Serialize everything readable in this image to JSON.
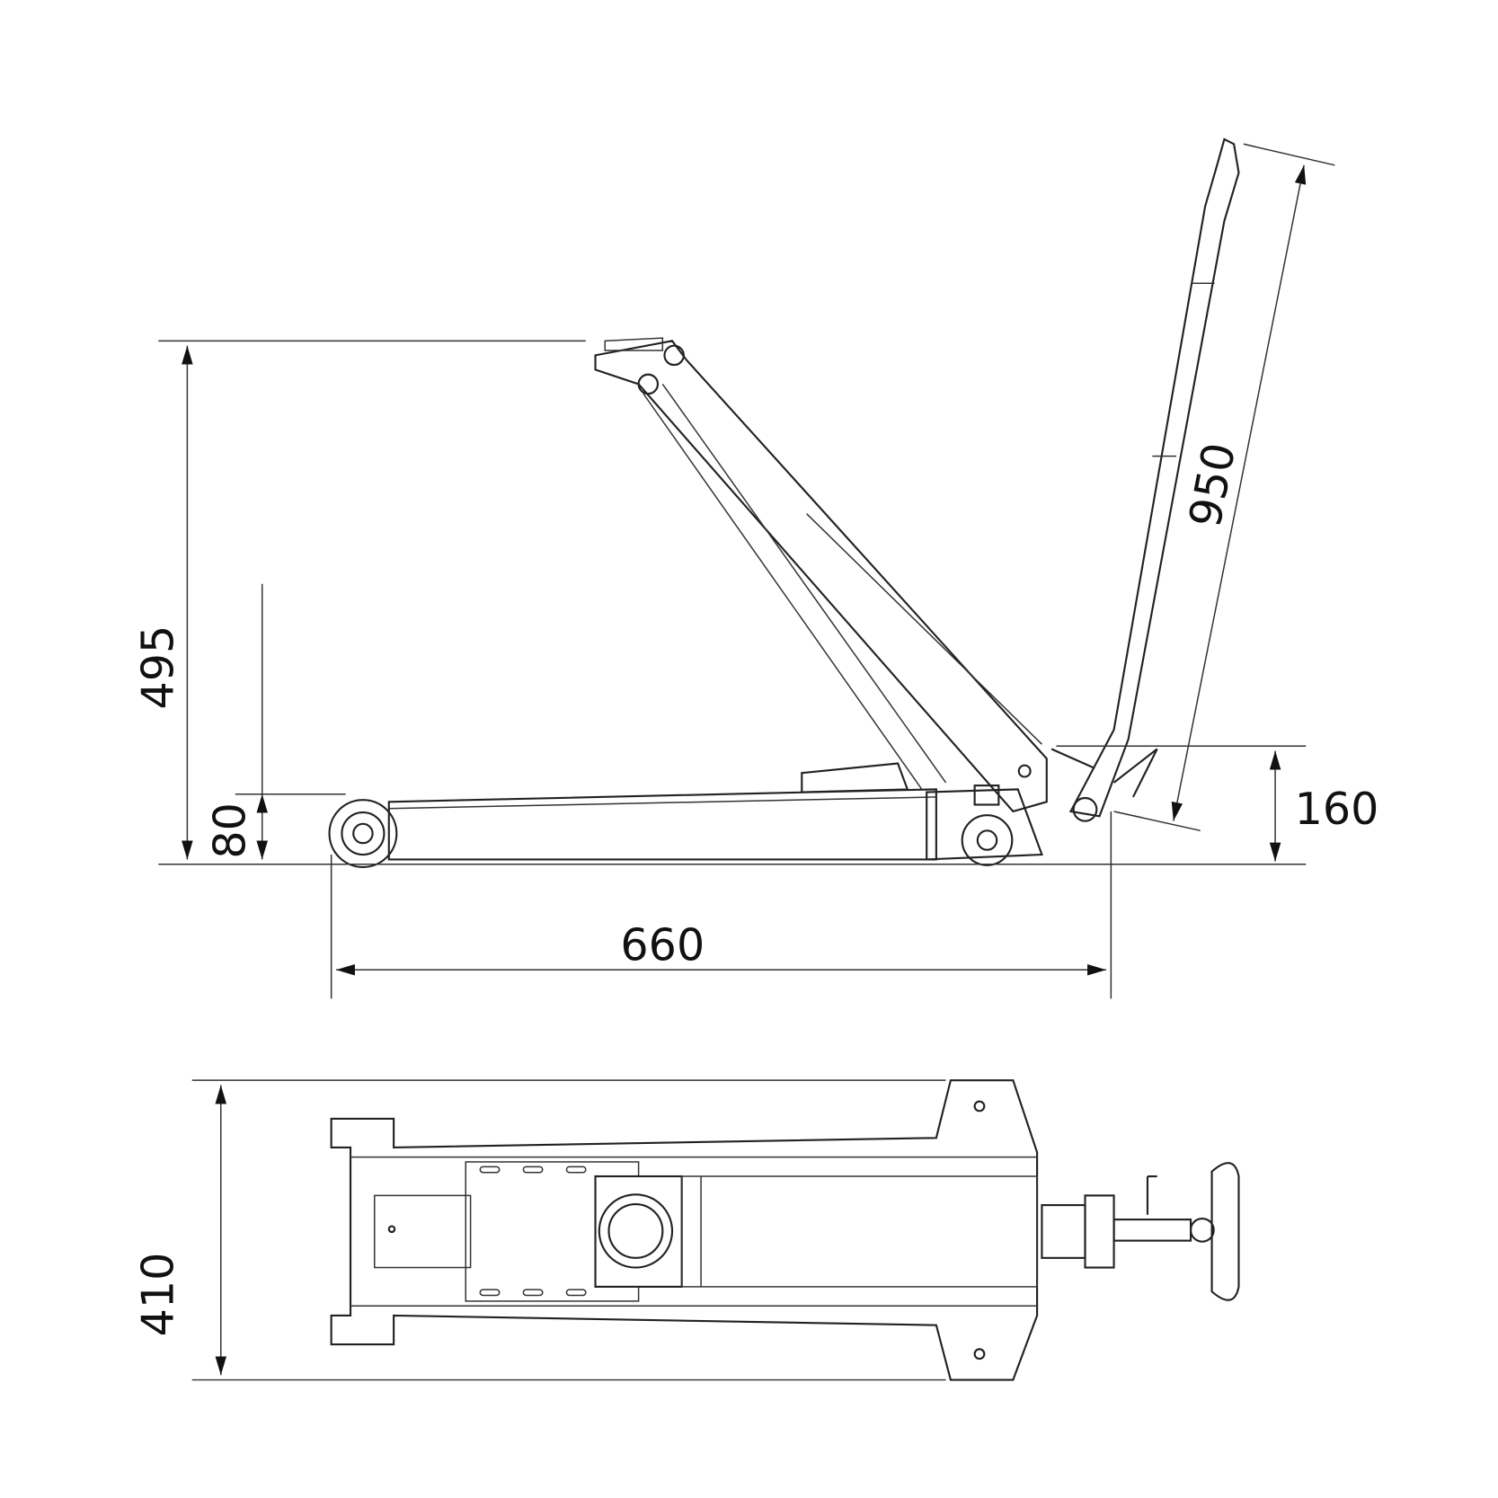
{
  "drawing": {
    "colors": {
      "line": "#222222",
      "background": "#ffffff"
    },
    "dimensions": {
      "max_height": "495",
      "min_height": "80",
      "length": "660",
      "handle_length": "950",
      "handle_pivot_height": "160",
      "width": "410"
    }
  }
}
